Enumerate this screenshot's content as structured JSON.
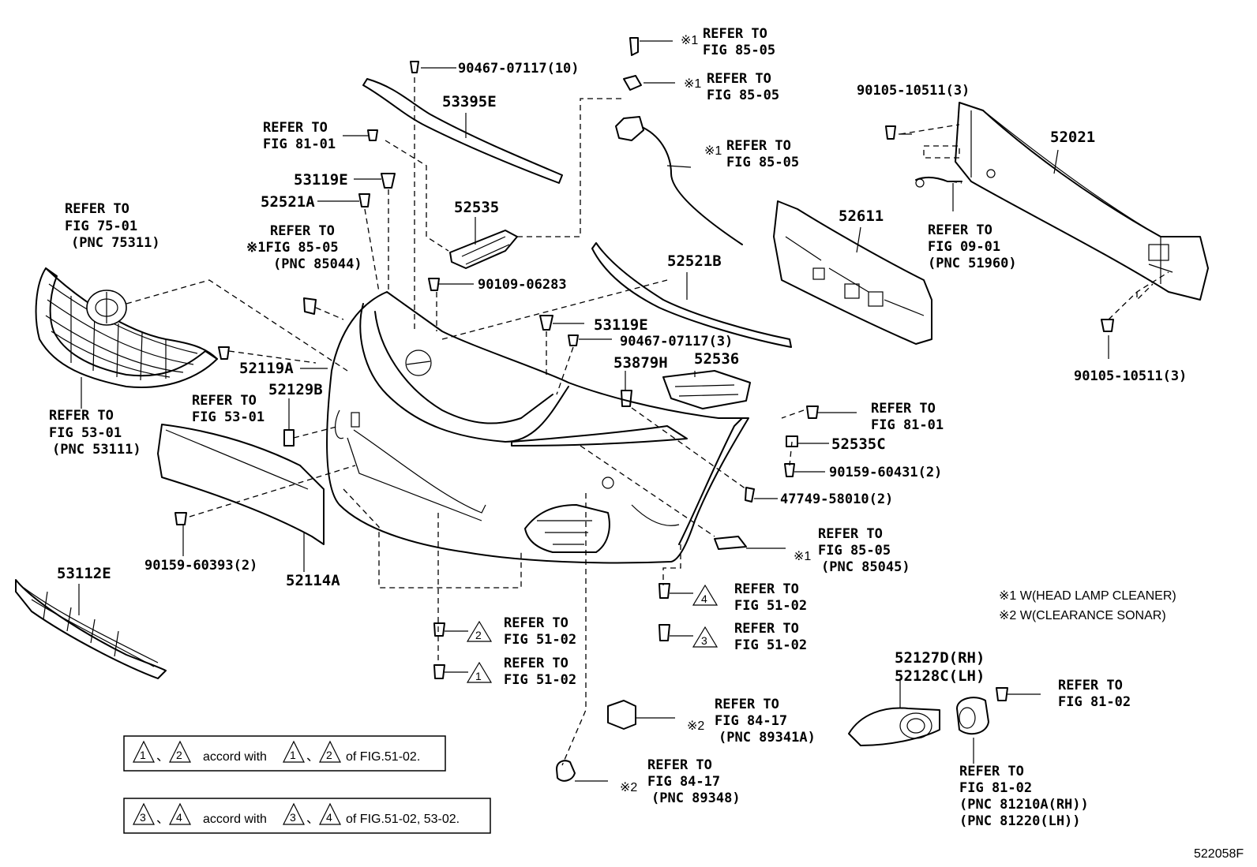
{
  "labels": {
    "p90467_07117_10": "90467-07117(10)",
    "p53395E": "53395E",
    "ref_81_01_a": [
      "REFER TO",
      "FIG 81-01"
    ],
    "p53119E_a": "53119E",
    "p52521A": "52521A",
    "ref_85_05_pnc85044": [
      "REFER TO",
      "※1FIG 85-05",
      "(PNC 85044)"
    ],
    "p52535": "52535",
    "p90109_06283": "90109-06283",
    "ref_75_01": [
      "REFER TO",
      "FIG 75-01",
      "(PNC 75311)"
    ],
    "ref_85_05_top1": [
      "REFER TO",
      "FIG 85-05"
    ],
    "ref_85_05_top2": [
      "REFER TO",
      "FIG 85-05"
    ],
    "ref_85_05_top3": [
      "REFER TO",
      "FIG 85-05"
    ],
    "mark1": "※1",
    "mark2": "※2",
    "p90105_10511_3_top": "90105-10511(3)",
    "p52021": "52021",
    "p52611": "52611",
    "ref_09_01": [
      "REFER TO",
      "FIG 09-01",
      "(PNC 51960)"
    ],
    "p52521B": "52521B",
    "p53119E_b": "53119E",
    "p90467_07117_3": "90467-07117(3)",
    "p90105_10511_3_bot": "90105-10511(3)",
    "p52119A": "52119A",
    "p52129B": "52129B",
    "ref_53_01_a": [
      "REFER TO",
      "FIG 53-01"
    ],
    "ref_53_01_b": [
      "REFER TO",
      "FIG 53-01",
      "(PNC 53111)"
    ],
    "p53879H": "53879H",
    "p52536": "52536",
    "ref_81_01_b": [
      "REFER TO",
      "FIG 81-01"
    ],
    "p52535C": "52535C",
    "p90159_60431_2": "90159-60431(2)",
    "p47749_58010_2": "47749-58010(2)",
    "ref_85_05_pnc85045": [
      "REFER TO",
      "FIG 85-05",
      "(PNC 85045)"
    ],
    "p90159_60393_2": "90159-60393(2)",
    "p52114A": "52114A",
    "p53112E": "53112E",
    "ref_51_02_t4": [
      "REFER TO",
      "FIG 51-02"
    ],
    "ref_51_02_t3": [
      "REFER TO",
      "FIG 51-02"
    ],
    "ref_51_02_t2": [
      "REFER TO",
      "FIG 51-02"
    ],
    "ref_51_02_t1": [
      "REFER TO",
      "FIG 51-02"
    ],
    "legend1": "※1 W(HEAD LAMP CLEANER)",
    "legend2": "※2 W(CLEARANCE SONAR)",
    "p52127D": "52127D(RH)",
    "p52128C": "52128C(LH)",
    "ref_81_02_a": [
      "REFER TO",
      "FIG 81-02"
    ],
    "ref_81_02_b": [
      "REFER TO",
      "FIG 81-02",
      "(PNC 81210A(RH))",
      "(PNC 81220(LH))"
    ],
    "ref_84_17_a": [
      "REFER TO",
      "FIG 84-17",
      "(PNC 89341A)"
    ],
    "ref_84_17_b": [
      "REFER TO",
      "FIG 84-17",
      "(PNC 89348)"
    ],
    "tri1": "1",
    "tri2": "2",
    "tri3": "3",
    "tri4": "4",
    "note1_accord": "accord with",
    "note1_of": "of FIG.51-02.",
    "note2_accord": "accord with",
    "note2_of": "of FIG.51-02, 53-02.",
    "sep": "、",
    "drawing_no": "522058F"
  }
}
